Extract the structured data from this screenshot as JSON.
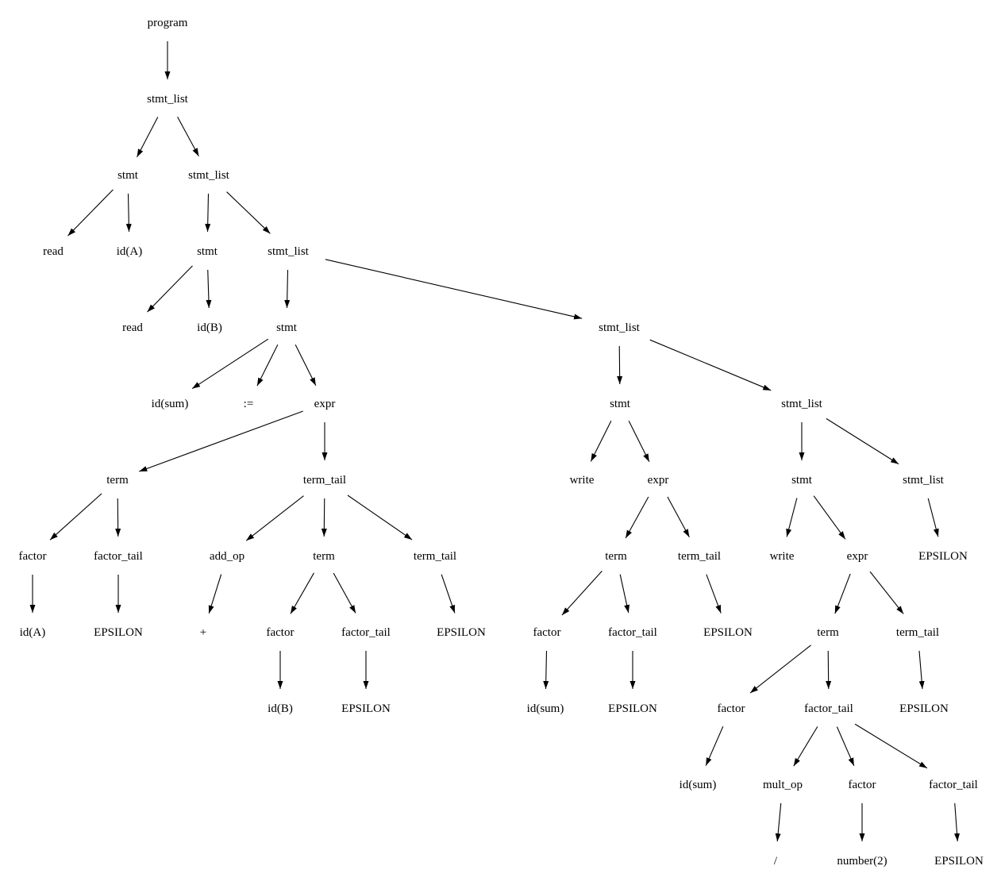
{
  "title": "Parse tree",
  "colors": {
    "ink": "#000000",
    "background": "#ffffff"
  },
  "nodes": [
    {
      "id": 0,
      "label": "program"
    },
    {
      "id": 1,
      "label": "stmt_list"
    },
    {
      "id": 2,
      "label": "stmt"
    },
    {
      "id": 3,
      "label": "stmt_list"
    },
    {
      "id": 4,
      "label": "read"
    },
    {
      "id": 5,
      "label": "id(A)"
    },
    {
      "id": 6,
      "label": "stmt"
    },
    {
      "id": 7,
      "label": "stmt_list"
    },
    {
      "id": 8,
      "label": "read"
    },
    {
      "id": 9,
      "label": "id(B)"
    },
    {
      "id": 10,
      "label": "stmt"
    },
    {
      "id": 11,
      "label": "stmt_list"
    },
    {
      "id": 12,
      "label": "id(sum)"
    },
    {
      "id": 13,
      "label": ":="
    },
    {
      "id": 14,
      "label": "expr"
    },
    {
      "id": 15,
      "label": "term"
    },
    {
      "id": 16,
      "label": "term_tail"
    },
    {
      "id": 17,
      "label": "factor"
    },
    {
      "id": 18,
      "label": "factor_tail"
    },
    {
      "id": 19,
      "label": "id(A)"
    },
    {
      "id": 20,
      "label": "EPSILON"
    },
    {
      "id": 21,
      "label": "add_op"
    },
    {
      "id": 22,
      "label": "term"
    },
    {
      "id": 23,
      "label": "term_tail"
    },
    {
      "id": 24,
      "label": "+"
    },
    {
      "id": 25,
      "label": "factor"
    },
    {
      "id": 26,
      "label": "factor_tail"
    },
    {
      "id": 27,
      "label": "EPSILON"
    },
    {
      "id": 28,
      "label": "id(B)"
    },
    {
      "id": 29,
      "label": "EPSILON"
    },
    {
      "id": 30,
      "label": "stmt"
    },
    {
      "id": 31,
      "label": "stmt_list"
    },
    {
      "id": 32,
      "label": "write"
    },
    {
      "id": 33,
      "label": "expr"
    },
    {
      "id": 34,
      "label": "term"
    },
    {
      "id": 35,
      "label": "term_tail"
    },
    {
      "id": 36,
      "label": "factor"
    },
    {
      "id": 37,
      "label": "factor_tail"
    },
    {
      "id": 38,
      "label": "EPSILON"
    },
    {
      "id": 39,
      "label": "id(sum)"
    },
    {
      "id": 40,
      "label": "EPSILON"
    },
    {
      "id": 41,
      "label": "stmt"
    },
    {
      "id": 42,
      "label": "stmt_list"
    },
    {
      "id": 43,
      "label": "write"
    },
    {
      "id": 44,
      "label": "expr"
    },
    {
      "id": 45,
      "label": "EPSILON"
    },
    {
      "id": 46,
      "label": "term"
    },
    {
      "id": 47,
      "label": "term_tail"
    },
    {
      "id": 48,
      "label": "factor"
    },
    {
      "id": 49,
      "label": "factor_tail"
    },
    {
      "id": 50,
      "label": "EPSILON"
    },
    {
      "id": 51,
      "label": "id(sum)"
    },
    {
      "id": 52,
      "label": "mult_op"
    },
    {
      "id": 53,
      "label": "factor"
    },
    {
      "id": 54,
      "label": "factor_tail"
    },
    {
      "id": 55,
      "label": "/"
    },
    {
      "id": 56,
      "label": "number(2)"
    },
    {
      "id": 57,
      "label": "EPSILON"
    }
  ],
  "edges": [
    [
      0,
      1
    ],
    [
      1,
      2
    ],
    [
      1,
      3
    ],
    [
      2,
      4
    ],
    [
      2,
      5
    ],
    [
      3,
      6
    ],
    [
      3,
      7
    ],
    [
      6,
      8
    ],
    [
      6,
      9
    ],
    [
      7,
      10
    ],
    [
      7,
      11
    ],
    [
      10,
      12
    ],
    [
      10,
      13
    ],
    [
      10,
      14
    ],
    [
      14,
      15
    ],
    [
      14,
      16
    ],
    [
      15,
      17
    ],
    [
      15,
      18
    ],
    [
      17,
      19
    ],
    [
      18,
      20
    ],
    [
      16,
      21
    ],
    [
      16,
      22
    ],
    [
      16,
      23
    ],
    [
      21,
      24
    ],
    [
      22,
      25
    ],
    [
      22,
      26
    ],
    [
      23,
      27
    ],
    [
      25,
      28
    ],
    [
      26,
      29
    ],
    [
      11,
      30
    ],
    [
      11,
      31
    ],
    [
      30,
      32
    ],
    [
      30,
      33
    ],
    [
      33,
      34
    ],
    [
      33,
      35
    ],
    [
      34,
      36
    ],
    [
      34,
      37
    ],
    [
      35,
      38
    ],
    [
      36,
      39
    ],
    [
      37,
      40
    ],
    [
      31,
      41
    ],
    [
      31,
      42
    ],
    [
      41,
      43
    ],
    [
      41,
      44
    ],
    [
      42,
      45
    ],
    [
      44,
      46
    ],
    [
      44,
      47
    ],
    [
      46,
      48
    ],
    [
      46,
      49
    ],
    [
      47,
      50
    ],
    [
      48,
      51
    ],
    [
      49,
      52
    ],
    [
      49,
      53
    ],
    [
      49,
      54
    ],
    [
      52,
      55
    ],
    [
      53,
      56
    ],
    [
      54,
      57
    ]
  ]
}
